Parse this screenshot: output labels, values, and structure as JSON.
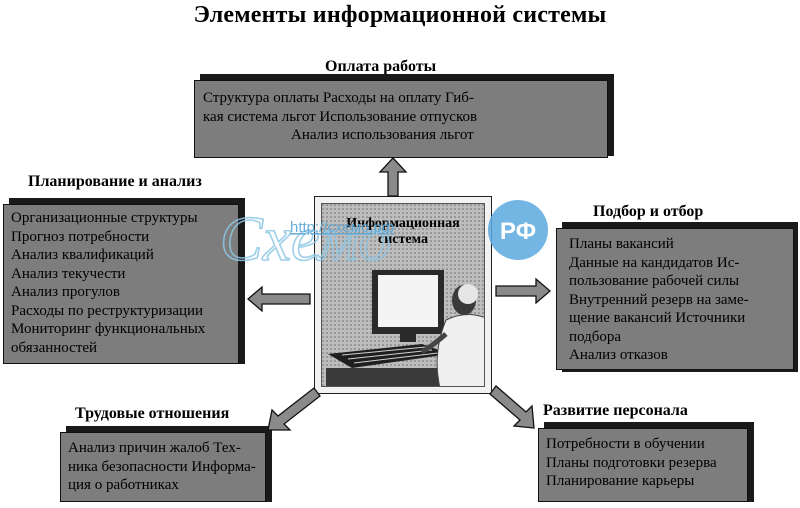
{
  "title": "Элементы информационной системы",
  "center": {
    "line1": "Информационная",
    "line2": "система"
  },
  "watermark": {
    "url": "http://схемо.рф",
    "brand": "Схемо",
    "badge": "РФ"
  },
  "pay": {
    "heading": "Оплата работы",
    "lines": [
      "Структура оплаты            Расходы на оплату Гиб-",
      "кая система льгот    Использование отпусков",
      "Анализ использования льгот"
    ]
  },
  "plan": {
    "heading": "Планирование и анализ",
    "lines": [
      "Организационные структуры",
      "Прогноз потребности",
      "Анализ квалификаций",
      "Анализ текучести",
      "Анализ прогулов",
      "Расходы по реструктуризации",
      "Мониторинг функциональных",
      "обязанностей"
    ]
  },
  "select": {
    "heading": "Подбор и отбор",
    "lines": [
      "Планы вакансий",
      "Данные на кандидатов Ис-",
      "пользование рабочей силы",
      "Внутренний резерв на заме-",
      "щение вакансий Источники",
      "подбора",
      "Анализ отказов"
    ]
  },
  "labor": {
    "heading": "Трудовые отношения",
    "lines": [
      "Анализ причин жалоб Тех-",
      "ника безопасности Информа-",
      "ция о работниках"
    ]
  },
  "dev": {
    "heading": "Развитие персонала",
    "lines": [
      "Потребности в обучении",
      "Планы подготовки резерва",
      "Планирование карьеры"
    ]
  }
}
